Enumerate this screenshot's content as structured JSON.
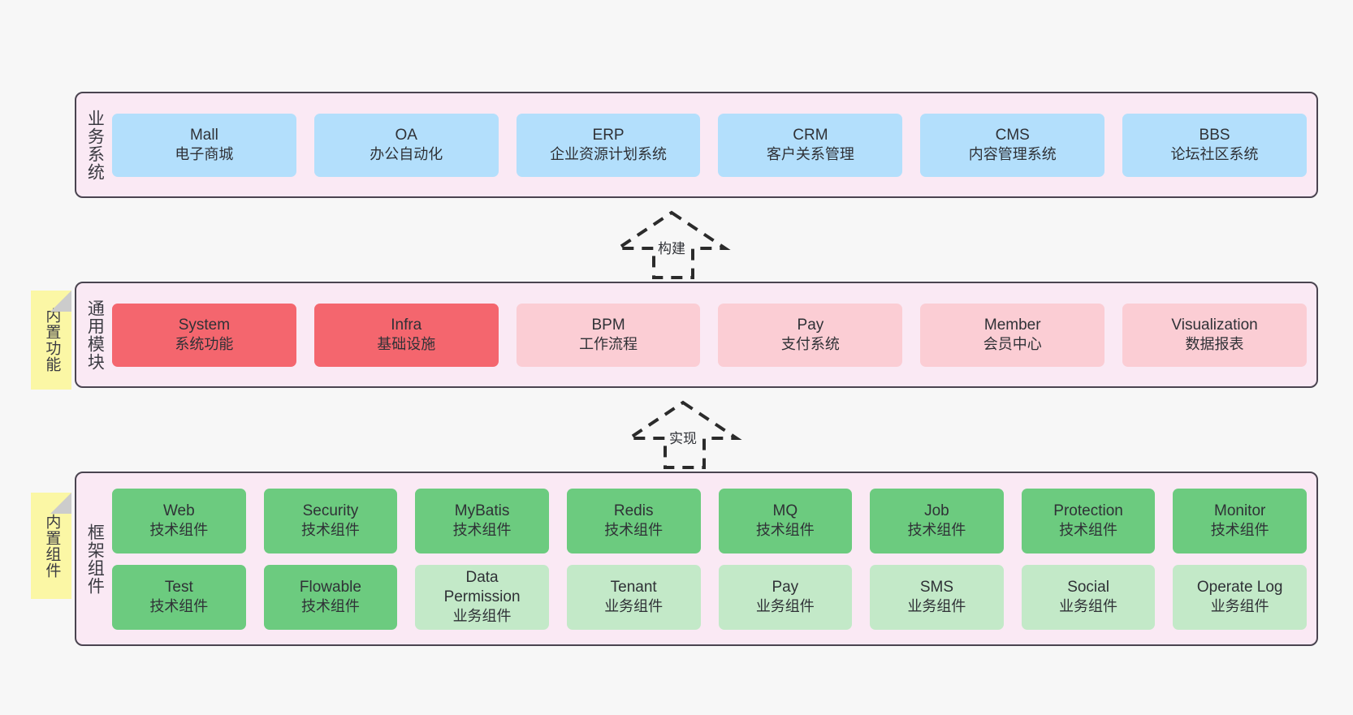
{
  "layers": [
    {
      "id": "business-systems",
      "title": "业务系统",
      "rows": [
        {
          "cards": [
            {
              "title": "Mall",
              "sub": "电子商城",
              "style": "blue"
            },
            {
              "title": "OA",
              "sub": "办公自动化",
              "style": "blue"
            },
            {
              "title": "ERP",
              "sub": "企业资源计划系统",
              "style": "blue"
            },
            {
              "title": "CRM",
              "sub": "客户关系管理",
              "style": "blue"
            },
            {
              "title": "CMS",
              "sub": "内容管理系统",
              "style": "blue"
            },
            {
              "title": "BBS",
              "sub": "论坛社区系统",
              "style": "blue"
            }
          ]
        }
      ]
    },
    {
      "id": "common-modules",
      "title": "通用模块",
      "sticky": "内置功能",
      "rows": [
        {
          "cards": [
            {
              "title": "System",
              "sub": "系统功能",
              "style": "red"
            },
            {
              "title": "Infra",
              "sub": "基础设施",
              "style": "red"
            },
            {
              "title": "BPM",
              "sub": "工作流程",
              "style": "pink"
            },
            {
              "title": "Pay",
              "sub": "支付系统",
              "style": "pink"
            },
            {
              "title": "Member",
              "sub": "会员中心",
              "style": "pink"
            },
            {
              "title": "Visualization",
              "sub": "数据报表",
              "style": "pink"
            }
          ]
        }
      ]
    },
    {
      "id": "framework-components",
      "title": "框架组件",
      "sticky": "内置组件",
      "rows": [
        {
          "cards": [
            {
              "title": "Web",
              "sub": "技术组件",
              "style": "green"
            },
            {
              "title": "Security",
              "sub": "技术组件",
              "style": "green"
            },
            {
              "title": "MyBatis",
              "sub": "技术组件",
              "style": "green"
            },
            {
              "title": "Redis",
              "sub": "技术组件",
              "style": "green"
            },
            {
              "title": "MQ",
              "sub": "技术组件",
              "style": "green"
            },
            {
              "title": "Job",
              "sub": "技术组件",
              "style": "green"
            },
            {
              "title": "Protection",
              "sub": "技术组件",
              "style": "green"
            },
            {
              "title": "Monitor",
              "sub": "技术组件",
              "style": "green"
            }
          ]
        },
        {
          "cards": [
            {
              "title": "Test",
              "sub": "技术组件",
              "style": "green"
            },
            {
              "title": "Flowable",
              "sub": "技术组件",
              "style": "green"
            },
            {
              "title": "Data Permission",
              "sub": "业务组件",
              "style": "lightgreen"
            },
            {
              "title": "Tenant",
              "sub": "业务组件",
              "style": "lightgreen"
            },
            {
              "title": "Pay",
              "sub": "业务组件",
              "style": "lightgreen"
            },
            {
              "title": "SMS",
              "sub": "业务组件",
              "style": "lightgreen"
            },
            {
              "title": "Social",
              "sub": "业务组件",
              "style": "lightgreen"
            },
            {
              "title": "Operate Log",
              "sub": "业务组件",
              "style": "lightgreen"
            }
          ]
        }
      ]
    }
  ],
  "connectors": [
    {
      "id": "build",
      "label": "构建"
    },
    {
      "id": "implement",
      "label": "实现"
    }
  ],
  "colors": {
    "canvas": "#f7f7f7",
    "panel_bg": "#fae9f4",
    "panel_border": "#4a4450",
    "blue": "#b3dffc",
    "red": "#f4666e",
    "pink": "#fbcdd4",
    "green": "#6ccb7f",
    "light_green": "#c3e9c8",
    "sticky_yellow": "#fbf7a5",
    "sticky_fold": "#cccccc",
    "text": "#2f3136"
  }
}
